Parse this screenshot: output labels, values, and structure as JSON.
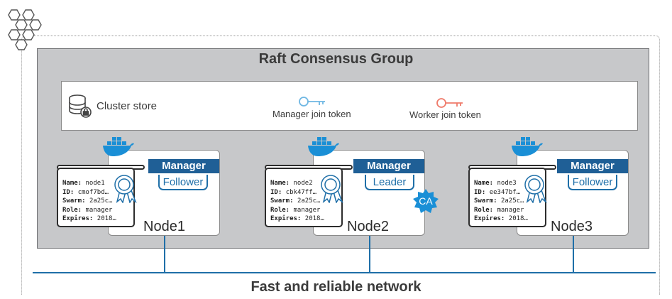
{
  "title": "Raft Consensus Group",
  "network": "Fast and reliable network",
  "store": {
    "label": "Cluster store"
  },
  "tokens": {
    "manager": "Manager join token",
    "worker": "Worker join token"
  },
  "colors": {
    "manager_key": "#6fb7e3",
    "worker_key": "#ef7b6b",
    "accent": "#1f5f96",
    "docker": "#1a8fd6"
  },
  "nodes": [
    {
      "name": "Node1",
      "badge": "Manager",
      "role": "Follower",
      "cert": {
        "name_key": "Name:",
        "name": "node1",
        "id_key": "ID:",
        "id": "cmof7bd…",
        "swarm_key": "Swarm:",
        "swarm": "2a25c…",
        "role_key": "Role:",
        "role": "manager",
        "expires_key": "Expires:",
        "expires": "2018…"
      }
    },
    {
      "name": "Node2",
      "badge": "Manager",
      "role": "Leader",
      "ca": "CA",
      "cert": {
        "name_key": "Name:",
        "name": "node2",
        "id_key": "ID:",
        "id": "cbk47ff…",
        "swarm_key": "Swarm:",
        "swarm": "2a25c…",
        "role_key": "Role:",
        "role": "manager",
        "expires_key": "Expires:",
        "expires": "2018…"
      }
    },
    {
      "name": "Node3",
      "badge": "Manager",
      "role": "Follower",
      "cert": {
        "name_key": "Name:",
        "name": "node3",
        "id_key": "ID:",
        "id": "ee347bf…",
        "swarm_key": "Swarm:",
        "swarm": "2a25c…",
        "role_key": "Role:",
        "role": "manager",
        "expires_key": "Expires:",
        "expires": "2018…"
      }
    }
  ]
}
